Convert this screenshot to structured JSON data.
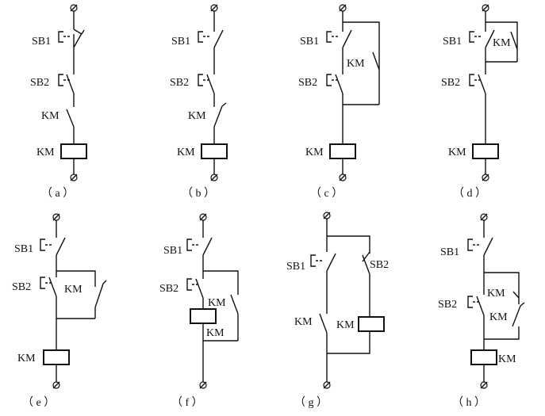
{
  "circuits": [
    {
      "id": "a",
      "caption": "（ a ）",
      "labels": {
        "sb1": "SB1",
        "sb2": "SB2",
        "km_contact": "KM",
        "km_coil": "KM"
      }
    },
    {
      "id": "b",
      "caption": "（ b ）",
      "labels": {
        "sb1": "SB1",
        "sb2": "SB2",
        "km_contact": "KM",
        "km_coil": "KM"
      }
    },
    {
      "id": "c",
      "caption": "（ c ）",
      "labels": {
        "sb1": "SB1",
        "sb2": "SB2",
        "km_contact": "KM",
        "km_coil": "KM"
      }
    },
    {
      "id": "d",
      "caption": "（ d ）",
      "labels": {
        "sb1": "SB1",
        "sb2": "SB2",
        "km_contact": "KM",
        "km_coil": "KM"
      }
    },
    {
      "id": "e",
      "caption": "（ e ）",
      "labels": {
        "sb1": "SB1",
        "sb2": "SB2",
        "km_contact": "KM",
        "km_coil": "KM"
      }
    },
    {
      "id": "f",
      "caption": "（ f ）",
      "labels": {
        "sb1": "SB1",
        "sb2": "SB2",
        "km_contact": "KM",
        "km_coil": "KM"
      }
    },
    {
      "id": "g",
      "caption": "（ g ）",
      "labels": {
        "sb1": "SB1",
        "sb2": "SB2",
        "km_contact": "KM",
        "km_coil": "KM"
      }
    },
    {
      "id": "h",
      "caption": "（ h ）",
      "labels": {
        "sb1": "SB1",
        "sb2": "SB2",
        "km_contact": "KM",
        "km_coil": "KM",
        "km_contact_2": "KM"
      }
    }
  ]
}
